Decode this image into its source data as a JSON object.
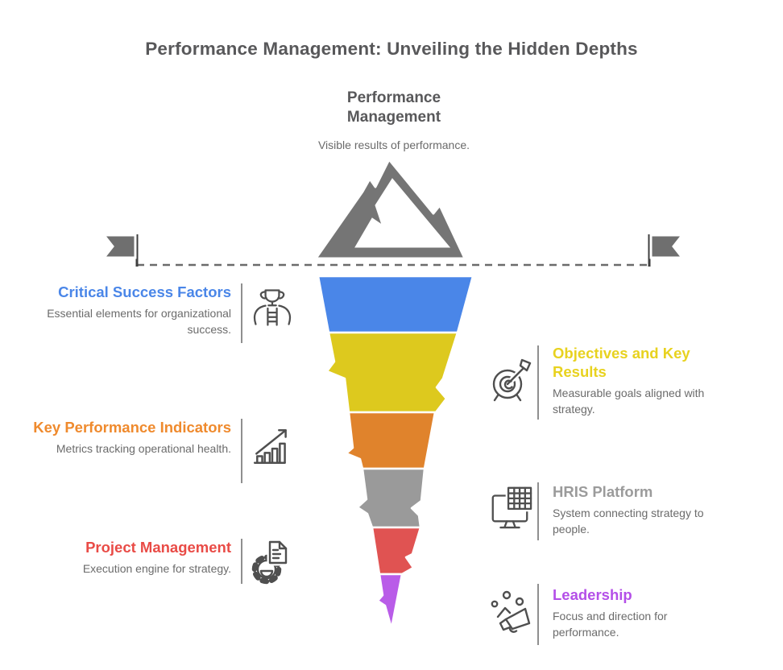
{
  "title": "Performance Management: Unveiling the Hidden Depths",
  "surface": {
    "heading": "Performance Management",
    "description": "Visible results of performance.",
    "mountain_color": "#757575"
  },
  "waterline": {
    "line_color": "#6b6b6b",
    "flag_color": "#6f6f6f",
    "pole_color": "#3f3f3f"
  },
  "sections": {
    "left": [
      {
        "heading": "Critical Success Factors",
        "description": "Essential elements for organizational success.",
        "color": "#4a86e8",
        "icon": "trophy-ladder-icon"
      },
      {
        "heading": "Key Performance Indicators",
        "description": "Metrics tracking operational health.",
        "color": "#ef8a2d",
        "icon": "growth-chart-icon"
      },
      {
        "heading": "Project Management",
        "description": "Execution engine for strategy.",
        "color": "#e94b46",
        "icon": "gear-document-icon"
      }
    ],
    "right": [
      {
        "heading": "Objectives and Key Results",
        "description": "Measurable goals aligned with strategy.",
        "color": "#e8d21f",
        "icon": "target-dart-icon"
      },
      {
        "heading": "HRIS Platform",
        "description": "System connecting strategy to people.",
        "color": "#9b9b9b",
        "icon": "monitor-table-icon"
      },
      {
        "heading": "Leadership",
        "description": "Focus and direction for performance.",
        "color": "#b44fe8",
        "icon": "megaphone-icon"
      }
    ]
  },
  "funnel": {
    "segments": [
      {
        "label": "Critical Success Factors",
        "color": "#4a86e8"
      },
      {
        "label": "Objectives and Key Results",
        "color": "#ddc91e"
      },
      {
        "label": "Key Performance Indicators",
        "color": "#e0832c"
      },
      {
        "label": "HRIS Platform",
        "color": "#9a9a9a"
      },
      {
        "label": "Project Management",
        "color": "#e05352"
      },
      {
        "label": "Leadership",
        "color": "#b95ce8"
      }
    ]
  }
}
